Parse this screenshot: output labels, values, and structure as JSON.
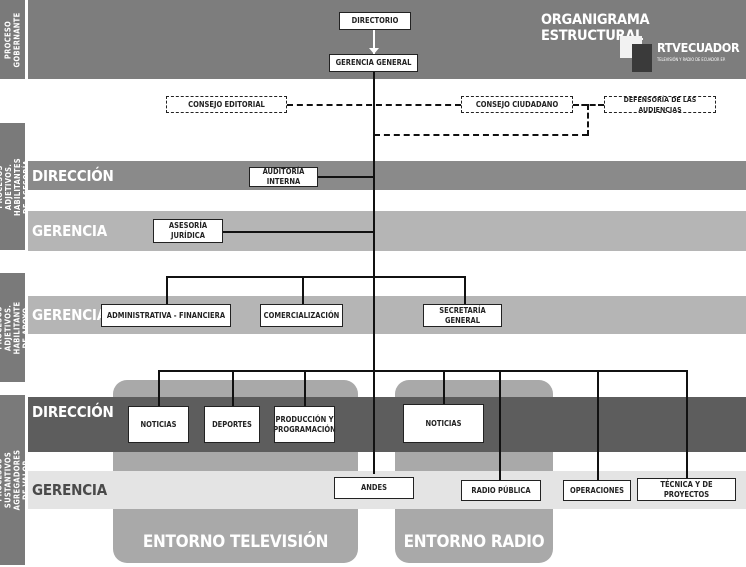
{
  "title": "ORGANIGRAMA ESTRUCTURAL",
  "logo": {
    "name": "RTVECUADOR",
    "tagline": "TELEVISIÓN Y RADIO DE ECUADOR EP."
  },
  "side_labels": {
    "gobernante": "PROCESO GOBERNANTE",
    "asesoria": "PROCESOS ADJETIVOS. HABILITANTES DE ASESORÍA",
    "apoyo": "PROCESOS ADJETIVOS. HABILITANTE DE APOYO",
    "sustantivos": "PROCESOS SUSTANTIVOS AGREGADORES DE VALOR"
  },
  "bands": {
    "direccion_asesoria": "DIRECCIÓN",
    "gerencia_asesoria": "GERENCIA",
    "gerencia_apoyo": "GERENCIA",
    "direccion_valor": "DIRECCIÓN",
    "gerencia_valor": "GERENCIA"
  },
  "boxes": {
    "directorio": "DIRECTORIO",
    "gerencia_general": "GERENCIA GENERAL",
    "consejo_editorial": "CONSEJO EDITORIAL",
    "consejo_ciudadano": "CONSEJO CIUDADANO",
    "defensoria": "DEFENSORÍA DE LAS AUDIENCIAS",
    "auditoria": "AUDITORÍA INTERNA",
    "asesoria_juridica": "ASESORÍA JURÍDICA",
    "administrativa": "ADMINISTRATIVA - FINANCIERA",
    "comercializacion": "COMERCIALIZACIÓN",
    "secretaria": "SECRETARÍA GENERAL",
    "noticias_tv": "NOTICIAS",
    "deportes": "DEPORTES",
    "produccion_line1": "PRODUCCIÓN Y",
    "produccion_line2": "PROGRAMACIÓN",
    "noticias_radio": "NOTICIAS",
    "andes": "ANDES",
    "radio_publica": "RADIO PÚBLICA",
    "operaciones": "OPERACIONES",
    "tecnica": "TÉCNICA Y DE PROYECTOS"
  },
  "environments": {
    "television": "ENTORNO TELEVISIÓN",
    "radio": "ENTORNO RADIO"
  }
}
